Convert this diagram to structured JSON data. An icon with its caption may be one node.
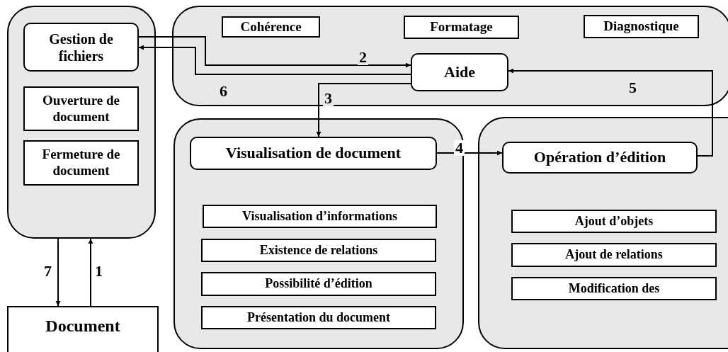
{
  "diagram": {
    "nodes": [
      {
        "text": [],
        "shape": "box"
      },
      {
        "text": [
          "Gestion de fichiers"
        ],
        "in": 0
      },
      {
        "text": [
          "Ouverture de document"
        ],
        "in": 0
      },
      {
        "text": [
          "Fermeture de document"
        ],
        "in": 0
      },
      {
        "text": [],
        "shape": "box"
      },
      {
        "text": [
          "Cohérence"
        ],
        "in": 4
      },
      {
        "text": [
          "Formatage"
        ],
        "in": 4
      },
      {
        "text": [
          "Diagnostique"
        ],
        "in": 4
      },
      {
        "text": [
          "Aide"
        ],
        "in": 4
      },
      {
        "text": [],
        "shape": "box"
      },
      {
        "text": [
          "Visualisation de document"
        ],
        "in": 9
      },
      {
        "text": [
          "Visualisation d’informations"
        ],
        "in": 9
      },
      {
        "text": [
          "Existence de relations"
        ],
        "in": 9
      },
      {
        "text": [
          "Possibilité d’édition"
        ],
        "in": 9
      },
      {
        "text": [
          "Présentation du document"
        ],
        "in": 9
      },
      {
        "text": [],
        "shape": "box"
      },
      {
        "text": [
          "Opération d’édition"
        ],
        "in": 15
      },
      {
        "text": [
          "Ajout d’objets"
        ],
        "in": 15
      },
      {
        "text": [
          "Ajout de relations"
        ],
        "in": 15
      },
      {
        "text": [
          "Modification des"
        ],
        "in": 15
      },
      {
        "text": [
          "Document"
        ]
      }
    ],
    "edges": [
      {
        "from": 20,
        "to": 0,
        "arrow": "to",
        "label": "1"
      },
      {
        "from": 1,
        "to": 8,
        "arrow": "to",
        "label": "2"
      },
      {
        "from": 8,
        "to": 10,
        "arrow": "to",
        "label": "3"
      },
      {
        "from": 10,
        "to": 16,
        "arrow": "to",
        "label": "4"
      },
      {
        "from": 16,
        "to": 8,
        "arrow": "to",
        "label": "5"
      },
      {
        "from": 8,
        "to": 1,
        "arrow": "to",
        "label": "6"
      },
      {
        "from": 0,
        "to": 20,
        "arrow": "to",
        "label": "7"
      }
    ]
  }
}
